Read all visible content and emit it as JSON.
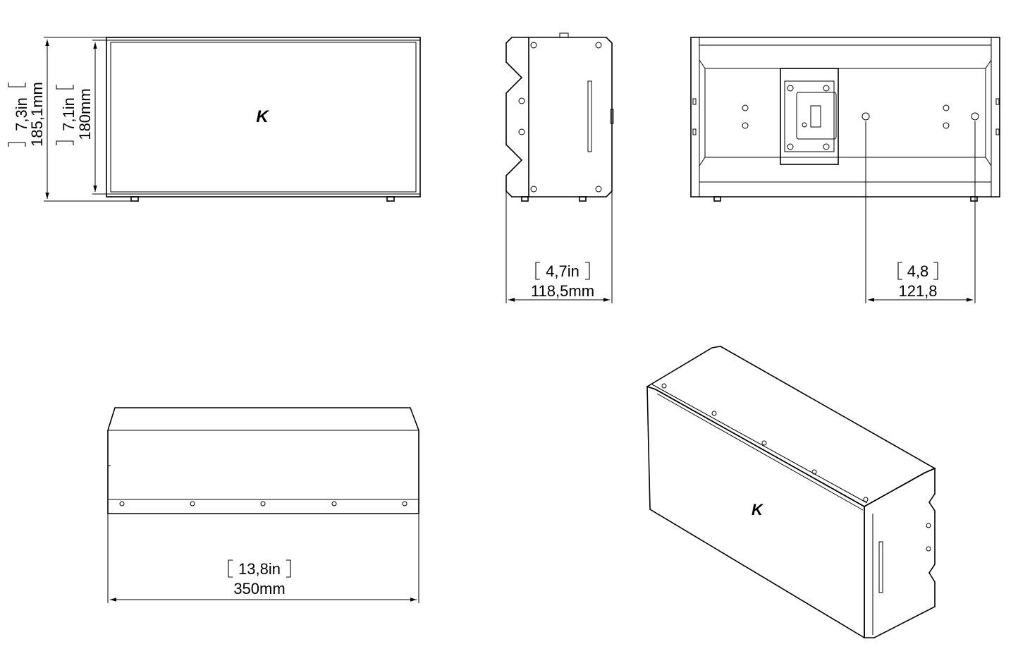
{
  "logo": "K",
  "dimensions": {
    "height_outer_in": "7,3in",
    "height_outer_mm": "185,1mm",
    "height_inner_in": "7,1in",
    "height_inner_mm": "180mm",
    "depth_in": "4,7in",
    "depth_mm": "118,5mm",
    "spacing_in": "4,8",
    "spacing_mm": "121,8",
    "width_in": "13,8in",
    "width_mm": "350mm"
  }
}
